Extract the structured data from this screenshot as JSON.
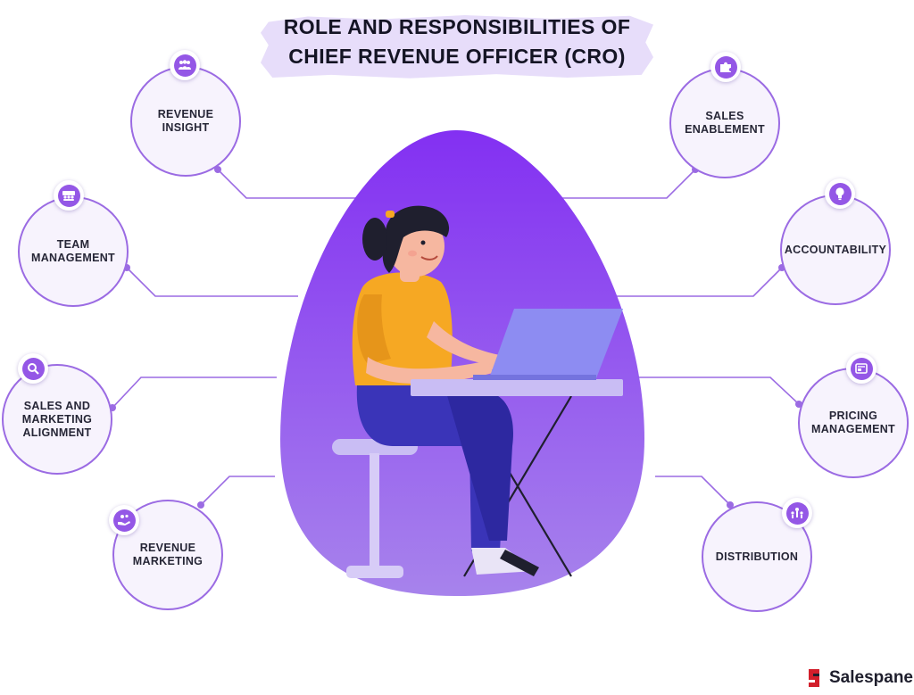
{
  "header": {
    "title_line1": "ROLE AND RESPONSIBILITIES OF",
    "title_line2": "CHIEF REVENUE OFFICER (CRO)"
  },
  "nodes": {
    "revenue_insight": {
      "line1": "REVENUE",
      "line2": "INSIGHT",
      "icon": "people-group-icon"
    },
    "team_management": {
      "line1": "TEAM",
      "line2": "MANAGEMENT",
      "icon": "team-icon"
    },
    "sales_marketing_alignment": {
      "line1": "SALES AND",
      "line2": "MARKETING",
      "line3": "ALIGNMENT",
      "icon": "magnifier-icon"
    },
    "revenue_marketing": {
      "line1": "REVENUE",
      "line2": "MARKETING",
      "icon": "hand-coins-icon"
    },
    "sales_enablement": {
      "line1": "SALES",
      "line2": "ENABLEMENT",
      "icon": "puzzle-icon"
    },
    "accountability": {
      "line1": "ACCOUNTABILITY",
      "icon": "lightbulb-icon"
    },
    "pricing_management": {
      "line1": "PRICING",
      "line2": "MANAGEMENT",
      "icon": "price-tag-icon"
    },
    "distribution": {
      "line1": "DISTRIBUTION",
      "icon": "network-icon"
    }
  },
  "brand": {
    "name": "Salespanel",
    "icon": "salespanel-logo-icon"
  },
  "colors": {
    "accent": "#9457e6",
    "node_border": "#9b6be3",
    "node_fill": "#f7f3fd",
    "blob_top": "#8330f2",
    "blob_bottom": "#a783ec",
    "title_brush": "#e7ddfa"
  }
}
